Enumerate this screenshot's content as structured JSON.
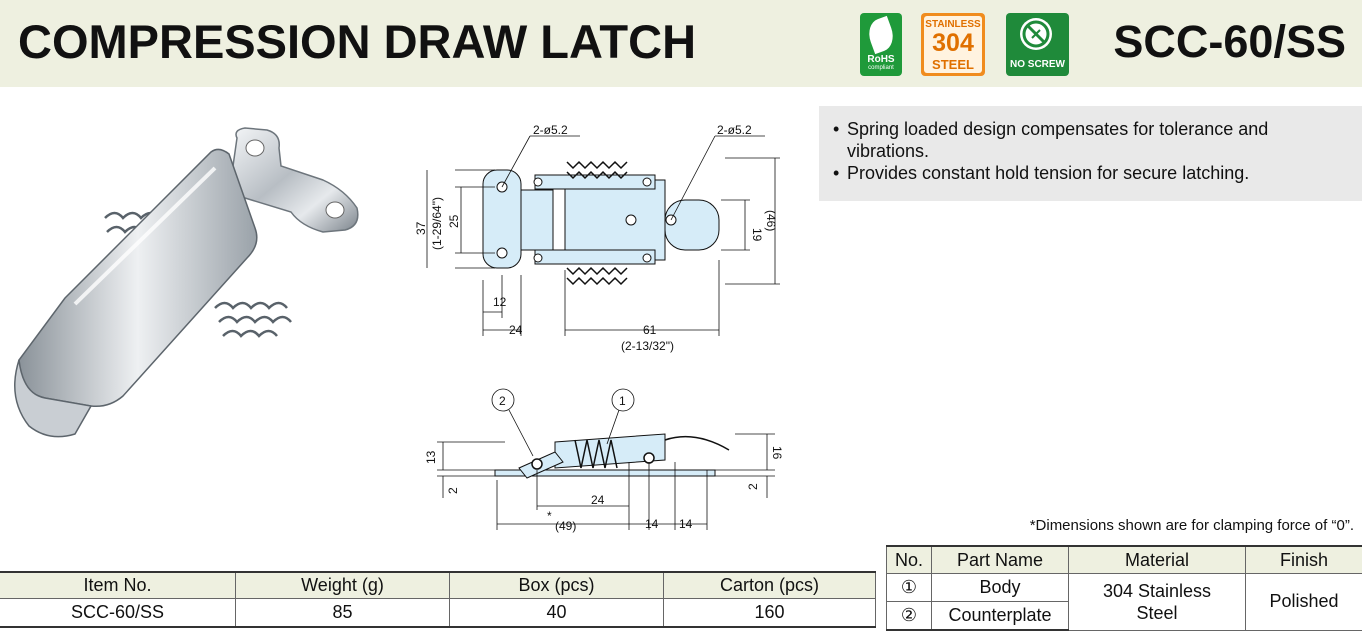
{
  "header": {
    "title": "COMPRESSION DRAW LATCH",
    "model": "SCC-60/SS",
    "badges": {
      "rohs": {
        "label": "RoHS",
        "sub": "compliant",
        "icon": "leaf-icon"
      },
      "stainless": {
        "top": "STAINLESS",
        "number": "304",
        "bottom": "STEEL"
      },
      "no_screw": {
        "label": "NO SCREW",
        "icon": "no-screw-icon"
      }
    }
  },
  "features": [
    "Spring loaded design compensates for tolerance and vibrations.",
    "Provides constant hold tension for secure latching."
  ],
  "drawing": {
    "top_view": {
      "hole_left": "2-ø5.2",
      "hole_right": "2-ø5.2",
      "dim_37": "37",
      "dim_37_in": "(1-29/64\")",
      "dim_25": "25",
      "dim_19": "19",
      "dim_46": "(46)",
      "dim_12": "12",
      "dim_24": "24",
      "dim_61": "61",
      "dim_61_in": "(2-13/32\")"
    },
    "side_view": {
      "callout_2": "2",
      "callout_1": "1",
      "dim_13": "13",
      "dim_2_left": "2",
      "dim_16": "16",
      "dim_2_right": "2",
      "dim_24": "24",
      "dim_49": "(49)",
      "dim_49_star": "*",
      "dim_14a": "14",
      "dim_14b": "14"
    }
  },
  "note": "*Dimensions shown are for clamping force of “0”.",
  "item_table": {
    "headers": [
      "Item No.",
      "Weight (g)",
      "Box (pcs)",
      "Carton (pcs)"
    ],
    "row": [
      "SCC-60/SS",
      "85",
      "40",
      "160"
    ]
  },
  "parts_table": {
    "headers": [
      "No.",
      "Part Name",
      "Material",
      "Finish"
    ],
    "rows": [
      {
        "no": "①",
        "name": "Body"
      },
      {
        "no": "②",
        "name": "Counterplate"
      }
    ],
    "material": "304 Stainless Steel",
    "finish": "Polished"
  },
  "colors": {
    "header_bg": "#eef0e0",
    "feature_bg": "#e9e9e9",
    "drawing_fill": "#d6ecf8",
    "rohs_green": "#1f9a3a",
    "steel_orange": "#f08c1e"
  }
}
